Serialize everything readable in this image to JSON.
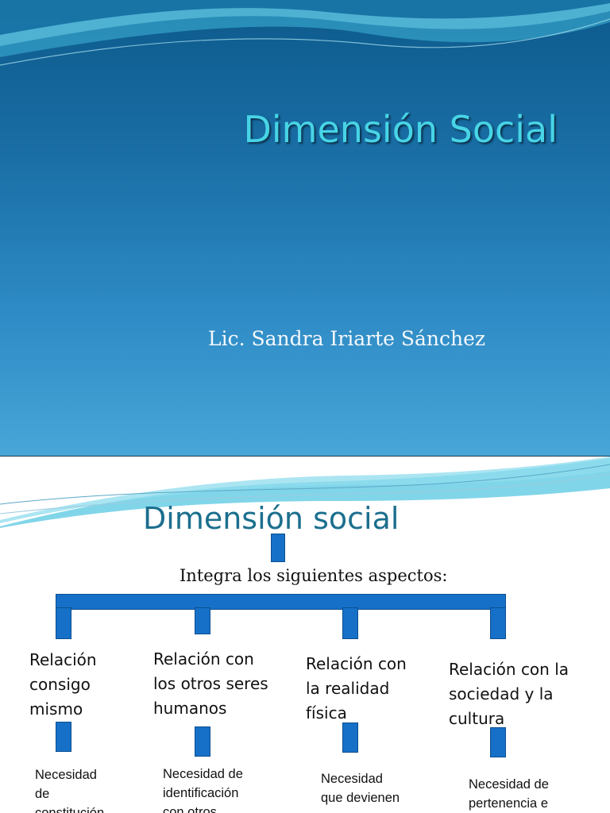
{
  "slide1": {
    "title": "Dimensión Social",
    "author": "Lic. Sandra Iriarte Sánchez"
  },
  "slide2": {
    "title": "Dimensión social",
    "subtitle": "Integra los siguientes aspectos:",
    "columns": [
      {
        "label_lines": [
          "Relación",
          "consigo",
          "mismo"
        ],
        "detail_lines": [
          "Necesidad",
          "de",
          "constitución"
        ]
      },
      {
        "label_lines": [
          "Relación con",
          "los otros seres",
          "humanos"
        ],
        "detail_lines": [
          "Necesidad de",
          "identificación",
          "con otros"
        ]
      },
      {
        "label_lines": [
          "Relación con",
          "la realidad",
          "física"
        ],
        "detail_lines": [
          "Necesidad",
          "que devienen"
        ]
      },
      {
        "label_lines": [
          "Relación con la",
          "sociedad y la",
          "cultura"
        ],
        "detail_lines": [
          "Necesidad de",
          "pertenencia e"
        ]
      }
    ]
  },
  "colors": {
    "slide1_title": "#47d4e6",
    "slide2_title": "#1c6f8e",
    "connector_blue": "#1670c8"
  }
}
